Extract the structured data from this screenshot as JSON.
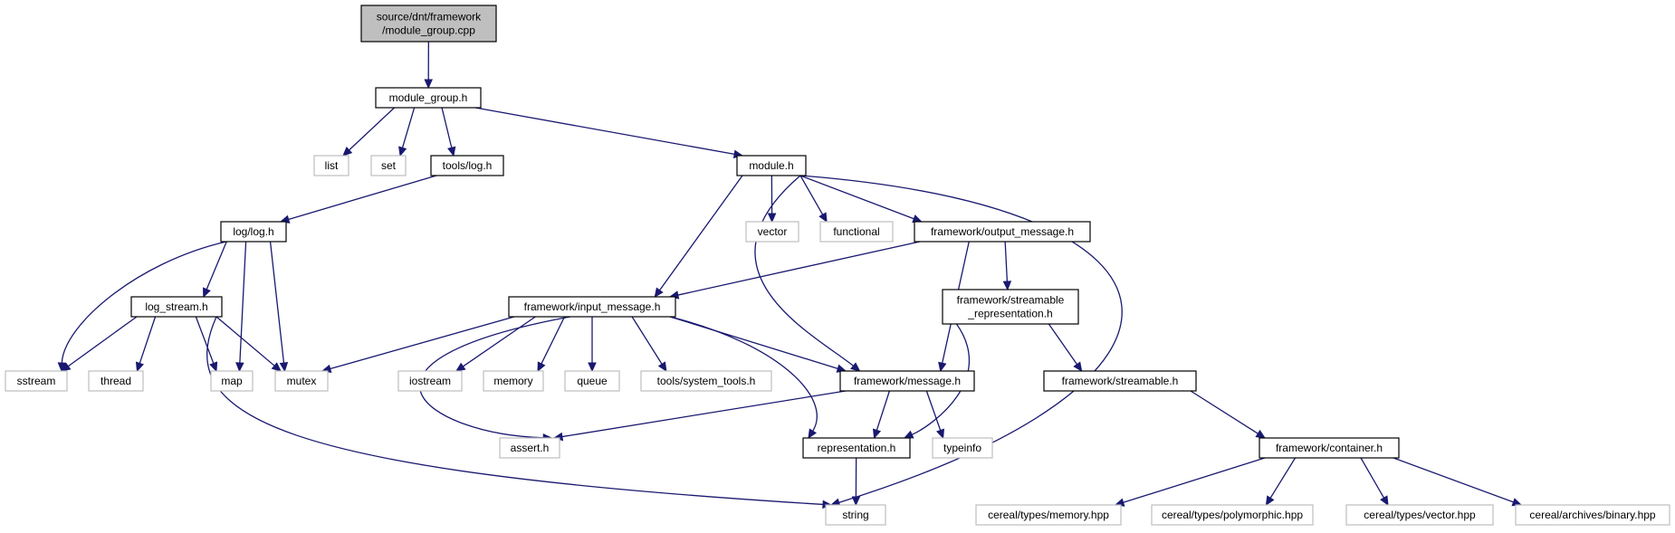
{
  "graph": {
    "colors": {
      "edge": "#191970",
      "root_fill": "#bfbfbf",
      "external_border": "#bfbfbf",
      "internal_border": "#000000"
    },
    "nodes": [
      {
        "id": "root",
        "kind": "root",
        "lines": [
          "source/dnt/framework",
          "/module_group.cpp"
        ]
      },
      {
        "id": "module_group_h",
        "kind": "internal",
        "lines": [
          "module_group.h"
        ]
      },
      {
        "id": "list",
        "kind": "external",
        "lines": [
          "list"
        ]
      },
      {
        "id": "set",
        "kind": "external",
        "lines": [
          "set"
        ]
      },
      {
        "id": "tools_log_h",
        "kind": "internal",
        "lines": [
          "tools/log.h"
        ]
      },
      {
        "id": "module_h",
        "kind": "internal",
        "lines": [
          "module.h"
        ]
      },
      {
        "id": "log_log_h",
        "kind": "internal",
        "lines": [
          "log/log.h"
        ]
      },
      {
        "id": "vector",
        "kind": "external",
        "lines": [
          "vector"
        ]
      },
      {
        "id": "functional",
        "kind": "external",
        "lines": [
          "functional"
        ]
      },
      {
        "id": "output_message_h",
        "kind": "internal",
        "lines": [
          "framework/output_message.h"
        ]
      },
      {
        "id": "log_stream_h",
        "kind": "internal",
        "lines": [
          "log_stream.h"
        ]
      },
      {
        "id": "input_message_h",
        "kind": "internal",
        "lines": [
          "framework/input_message.h"
        ]
      },
      {
        "id": "streamable_representation_h",
        "kind": "internal",
        "lines": [
          "framework/streamable",
          "_representation.h"
        ]
      },
      {
        "id": "sstream",
        "kind": "external",
        "lines": [
          "sstream"
        ]
      },
      {
        "id": "thread",
        "kind": "external",
        "lines": [
          "thread"
        ]
      },
      {
        "id": "map",
        "kind": "external",
        "lines": [
          "map"
        ]
      },
      {
        "id": "mutex",
        "kind": "external",
        "lines": [
          "mutex"
        ]
      },
      {
        "id": "iostream",
        "kind": "external",
        "lines": [
          "iostream"
        ]
      },
      {
        "id": "memory",
        "kind": "external",
        "lines": [
          "memory"
        ]
      },
      {
        "id": "queue",
        "kind": "external",
        "lines": [
          "queue"
        ]
      },
      {
        "id": "system_tools_h",
        "kind": "external",
        "lines": [
          "tools/system_tools.h"
        ]
      },
      {
        "id": "message_h",
        "kind": "internal",
        "lines": [
          "framework/message.h"
        ]
      },
      {
        "id": "streamable_h",
        "kind": "internal",
        "lines": [
          "framework/streamable.h"
        ]
      },
      {
        "id": "assert_h",
        "kind": "external",
        "lines": [
          "assert.h"
        ]
      },
      {
        "id": "representation_h",
        "kind": "internal",
        "lines": [
          "representation.h"
        ]
      },
      {
        "id": "typeinfo",
        "kind": "external",
        "lines": [
          "typeinfo"
        ]
      },
      {
        "id": "container_h",
        "kind": "internal",
        "lines": [
          "framework/container.h"
        ]
      },
      {
        "id": "string",
        "kind": "external",
        "lines": [
          "string"
        ]
      },
      {
        "id": "cereal_memory",
        "kind": "external",
        "lines": [
          "cereal/types/memory.hpp"
        ]
      },
      {
        "id": "cereal_polymorphic",
        "kind": "external",
        "lines": [
          "cereal/types/polymorphic.hpp"
        ]
      },
      {
        "id": "cereal_vector",
        "kind": "external",
        "lines": [
          "cereal/types/vector.hpp"
        ]
      },
      {
        "id": "cereal_binary",
        "kind": "external",
        "lines": [
          "cereal/archives/binary.hpp"
        ]
      }
    ],
    "edges": [
      [
        "root",
        "module_group_h"
      ],
      [
        "module_group_h",
        "list"
      ],
      [
        "module_group_h",
        "set"
      ],
      [
        "module_group_h",
        "tools_log_h"
      ],
      [
        "module_group_h",
        "module_h"
      ],
      [
        "tools_log_h",
        "log_log_h"
      ],
      [
        "log_log_h",
        "log_stream_h"
      ],
      [
        "log_log_h",
        "sstream"
      ],
      [
        "log_log_h",
        "map"
      ],
      [
        "log_log_h",
        "mutex"
      ],
      [
        "log_stream_h",
        "sstream"
      ],
      [
        "log_stream_h",
        "thread"
      ],
      [
        "log_stream_h",
        "map"
      ],
      [
        "log_stream_h",
        "mutex"
      ],
      [
        "log_stream_h",
        "string"
      ],
      [
        "module_h",
        "vector"
      ],
      [
        "module_h",
        "functional"
      ],
      [
        "module_h",
        "output_message_h"
      ],
      [
        "module_h",
        "input_message_h"
      ],
      [
        "module_h",
        "message_h"
      ],
      [
        "module_h",
        "string"
      ],
      [
        "output_message_h",
        "input_message_h"
      ],
      [
        "output_message_h",
        "streamable_representation_h"
      ],
      [
        "output_message_h",
        "message_h"
      ],
      [
        "input_message_h",
        "mutex"
      ],
      [
        "input_message_h",
        "iostream"
      ],
      [
        "input_message_h",
        "memory"
      ],
      [
        "input_message_h",
        "queue"
      ],
      [
        "input_message_h",
        "system_tools_h"
      ],
      [
        "input_message_h",
        "message_h"
      ],
      [
        "input_message_h",
        "assert_h"
      ],
      [
        "input_message_h",
        "representation_h"
      ],
      [
        "streamable_representation_h",
        "streamable_h"
      ],
      [
        "streamable_representation_h",
        "representation_h"
      ],
      [
        "message_h",
        "assert_h"
      ],
      [
        "message_h",
        "representation_h"
      ],
      [
        "message_h",
        "typeinfo"
      ],
      [
        "streamable_h",
        "container_h"
      ],
      [
        "representation_h",
        "string"
      ],
      [
        "container_h",
        "cereal_memory"
      ],
      [
        "container_h",
        "cereal_polymorphic"
      ],
      [
        "container_h",
        "cereal_vector"
      ],
      [
        "container_h",
        "cereal_binary"
      ]
    ]
  }
}
